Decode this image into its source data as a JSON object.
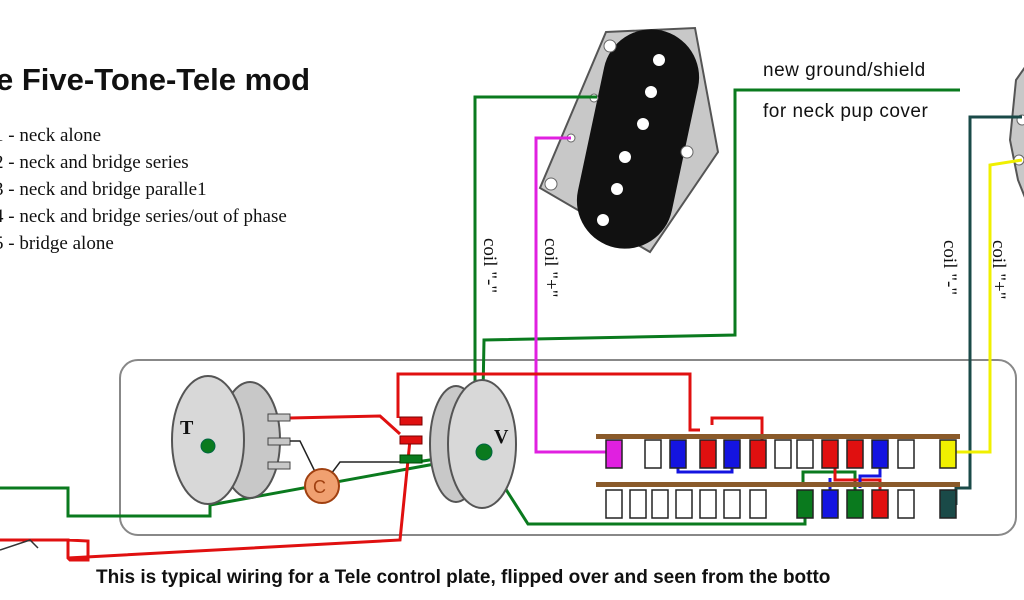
{
  "title": "e Five-Tone-Tele mod",
  "positions": [
    "1 - neck alone",
    "2 - neck and bridge series",
    "3 - neck and bridge paralle1",
    "4 - neck and bridge series/out of phase",
    "5 - bridge alone"
  ],
  "notes": {
    "ground_line1": "new ground/shield",
    "ground_line2": "for neck pup cover"
  },
  "coil_labels": {
    "neck_minus": "coil \"-\"",
    "neck_plus": "coil \"+\"",
    "bridge_minus": "coil \"-\"",
    "bridge_plus": "coil \"+\""
  },
  "components": {
    "tone_pot": "T",
    "volume_pot": "V",
    "capacitor": "C"
  },
  "caption": "This is typical wiring for a Tele control plate,  flipped over and seen from the botto",
  "colors": {
    "green": "#0a7a1e",
    "red": "#e01010",
    "blue": "#1414e0",
    "magenta": "#e020e0",
    "yellow": "#f0f000",
    "dark_teal": "#1a4a48",
    "wood": "#8a5a2a",
    "plate_border": "#888888"
  }
}
